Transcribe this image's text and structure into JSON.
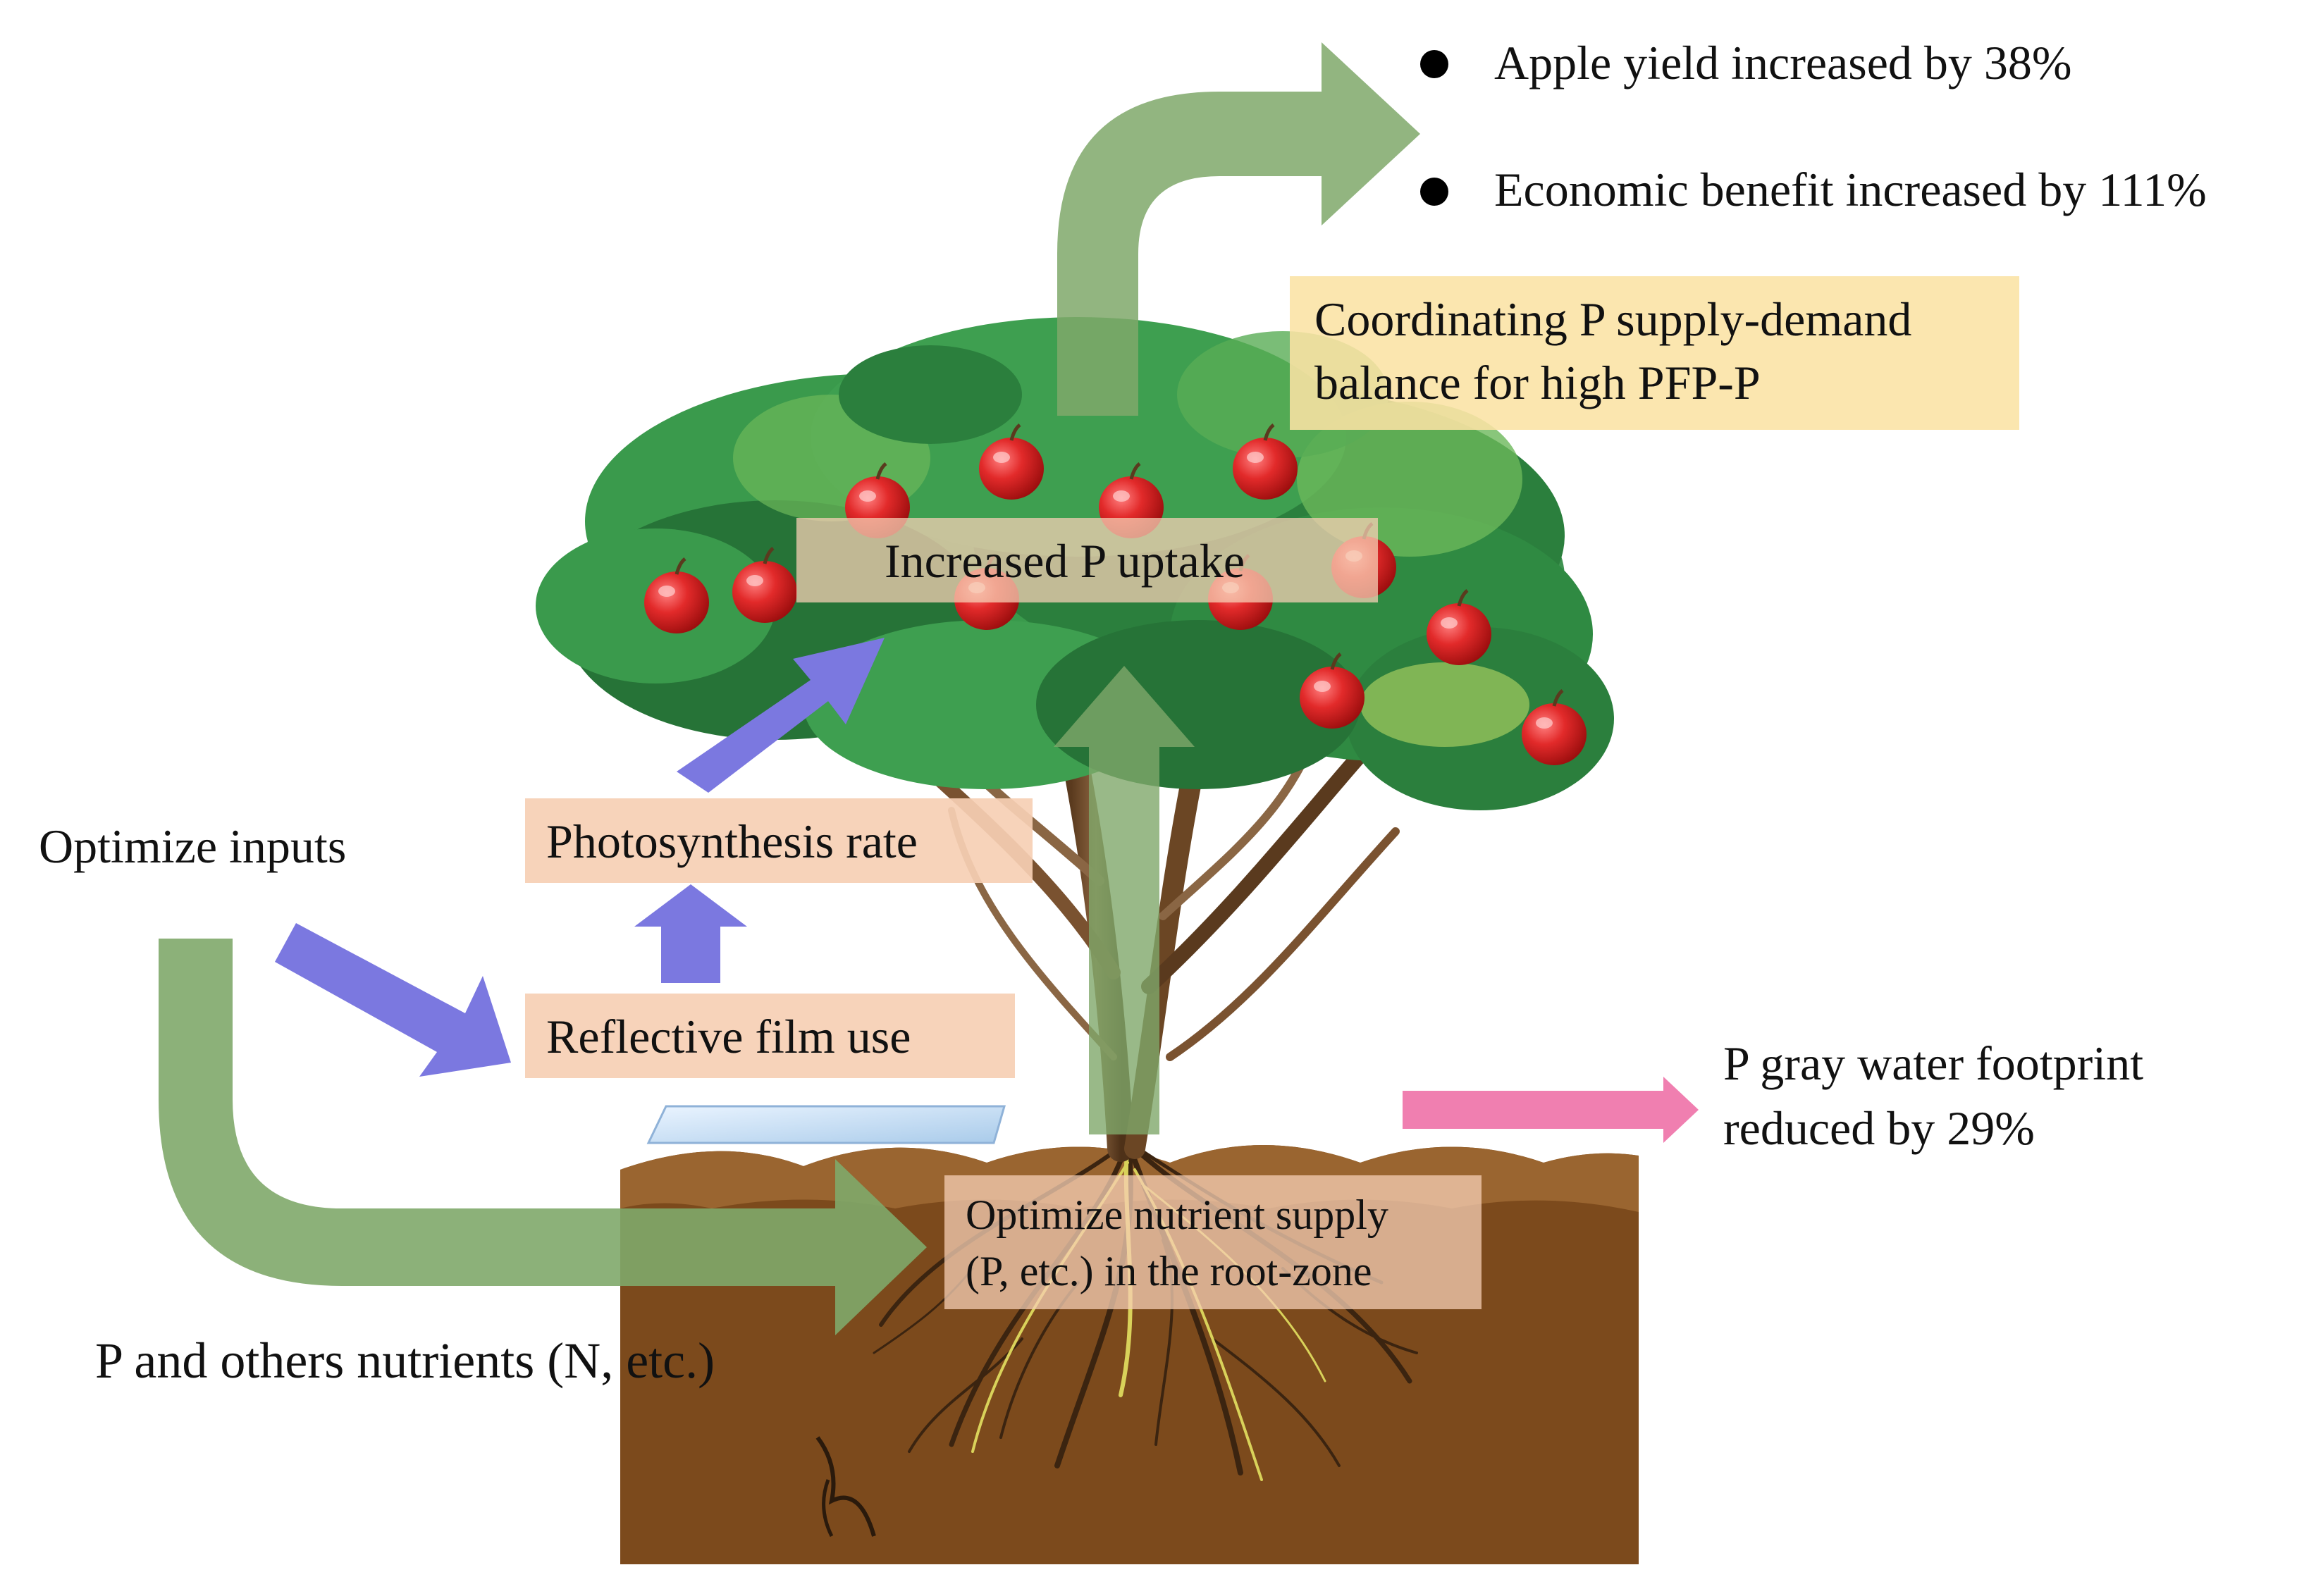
{
  "diagram": {
    "outcomes": [
      "Apple yield increased by 38%",
      "Economic benefit increased by 111%"
    ],
    "coordinating_box": {
      "line1": "Coordinating P supply-demand",
      "line2": "balance for high PFP-P"
    },
    "increased_uptake_label": "Increased P uptake",
    "photosynthesis_label": "Photosynthesis rate",
    "optimize_inputs_label": "Optimize inputs",
    "reflective_film_label": "Reflective film use",
    "gray_water": {
      "line1": "P gray water footprint",
      "line2": "reduced by 29%"
    },
    "root_zone_box": {
      "line1": "Optimize nutrient supply",
      "line2": "(P, etc.) in the root-zone"
    },
    "nutrients_label": "P and others nutrients (N, etc.)",
    "colors": {
      "green_arrow": "#7fa86a",
      "blue_arrow": "#7b78e0",
      "pink_arrow": "#f07fb0",
      "label_box": "#f6cfb4",
      "yellow_box": "#fbe3a4",
      "soil": "#7c4a1c",
      "soil_top": "#9a6530",
      "foliage": "#2f8a42",
      "apple": "#d01c1c"
    },
    "icons": [
      "apple-tree-icon",
      "apple-fruit-icon",
      "root-system-icon",
      "reflective-film-icon",
      "soil-block-icon"
    ]
  }
}
